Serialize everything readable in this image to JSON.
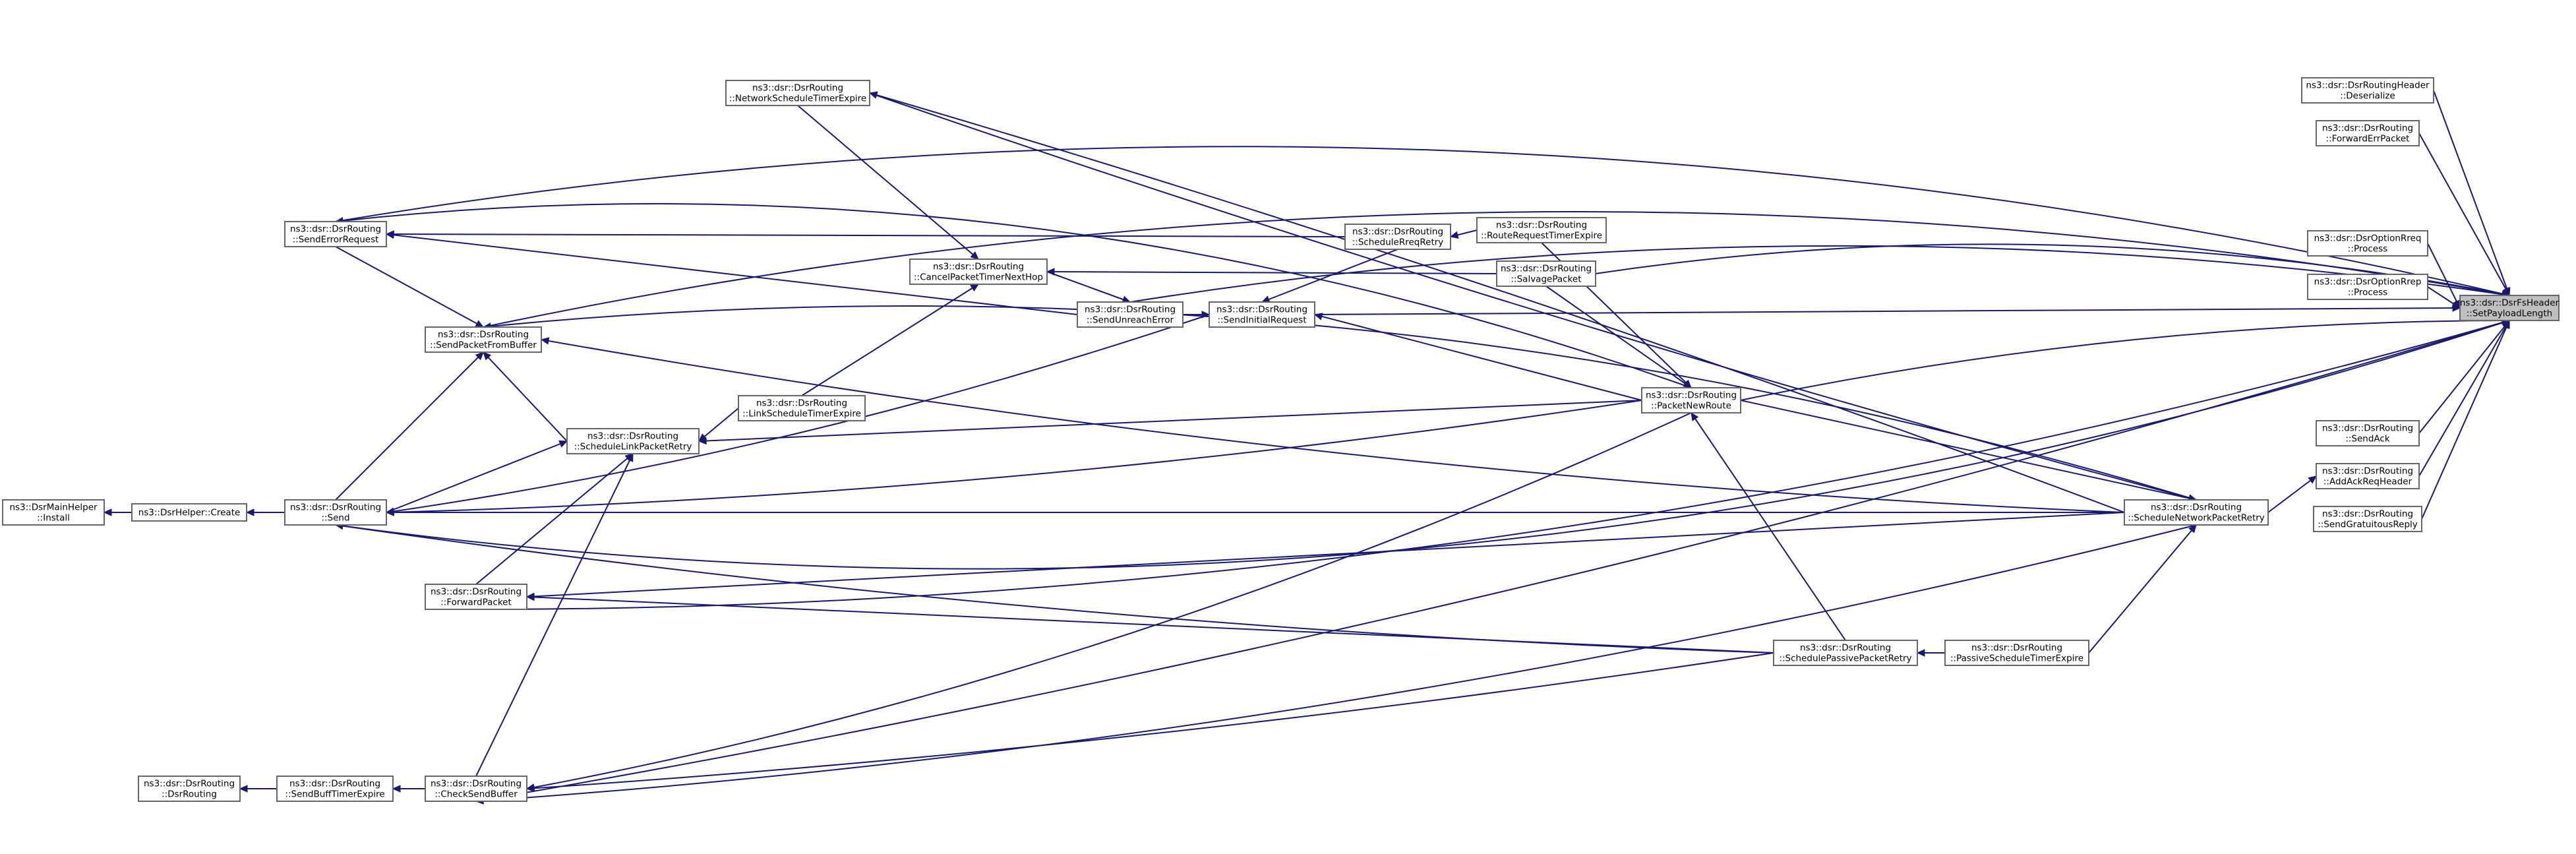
{
  "colors": {
    "edge": "#191970",
    "node_border": "#666666",
    "selected_fill": "#bfbfbf",
    "background": "#ffffff"
  },
  "nodes": [
    {
      "id": "setpayload",
      "lines": [
        "ns3::dsr::DsrFsHeader",
        "::SetPayloadLength"
      ],
      "selected": true
    },
    {
      "id": "hdr_deserialize",
      "lines": [
        "ns3::dsr::DsrRoutingHeader",
        "::Deserialize"
      ]
    },
    {
      "id": "forwarderr",
      "lines": [
        "ns3::dsr::DsrRouting",
        "::ForwardErrPacket"
      ]
    },
    {
      "id": "optrreq",
      "lines": [
        "ns3::dsr::DsrOptionRreq",
        "::Process"
      ]
    },
    {
      "id": "optrrep",
      "lines": [
        "ns3::dsr::DsrOptionRrep",
        "::Process"
      ]
    },
    {
      "id": "sendack",
      "lines": [
        "ns3::dsr::DsrRouting",
        "::SendAck"
      ]
    },
    {
      "id": "addackreq",
      "lines": [
        "ns3::dsr::DsrRouting",
        "::AddAckReqHeader"
      ]
    },
    {
      "id": "sendgrat",
      "lines": [
        "ns3::dsr::DsrRouting",
        "::SendGratuitousReply"
      ]
    },
    {
      "id": "schednet",
      "lines": [
        "ns3::dsr::DsrRouting",
        "::ScheduleNetworkPacketRetry"
      ]
    },
    {
      "id": "passivetimer",
      "lines": [
        "ns3::dsr::DsrRouting",
        "::PassiveScheduleTimerExpire"
      ]
    },
    {
      "id": "schedpassive",
      "lines": [
        "ns3::dsr::DsrRouting",
        "::SchedulePassivePacketRetry"
      ]
    },
    {
      "id": "packetnewroute",
      "lines": [
        "ns3::dsr::DsrRouting",
        "::PacketNewRoute"
      ]
    },
    {
      "id": "rreqtimer",
      "lines": [
        "ns3::dsr::DsrRouting",
        "::RouteRequestTimerExpire"
      ]
    },
    {
      "id": "salvage",
      "lines": [
        "ns3::dsr::DsrRouting",
        "::SalvagePacket"
      ]
    },
    {
      "id": "schedrreq",
      "lines": [
        "ns3::dsr::DsrRouting",
        "::ScheduleRreqRetry"
      ]
    },
    {
      "id": "sendinit",
      "lines": [
        "ns3::dsr::DsrRouting",
        "::SendInitialRequest"
      ]
    },
    {
      "id": "sendunreach",
      "lines": [
        "ns3::dsr::DsrRouting",
        "::SendUnreachError"
      ]
    },
    {
      "id": "cancelpkt",
      "lines": [
        "ns3::dsr::DsrRouting",
        "::CancelPacketTimerNextHop"
      ]
    },
    {
      "id": "netschedtimer",
      "lines": [
        "ns3::dsr::DsrRouting",
        "::NetworkScheduleTimerExpire"
      ]
    },
    {
      "id": "linktimer",
      "lines": [
        "ns3::dsr::DsrRouting",
        "::LinkScheduleTimerExpire"
      ]
    },
    {
      "id": "schedlink",
      "lines": [
        "ns3::dsr::DsrRouting",
        "::ScheduleLinkPacketRetry"
      ]
    },
    {
      "id": "senderrreq",
      "lines": [
        "ns3::dsr::DsrRouting",
        "::SendErrorRequest"
      ]
    },
    {
      "id": "sendpktbuf",
      "lines": [
        "ns3::dsr::DsrRouting",
        "::SendPacketFromBuffer"
      ]
    },
    {
      "id": "send",
      "lines": [
        "ns3::dsr::DsrRouting",
        "::Send"
      ]
    },
    {
      "id": "forwardpkt",
      "lines": [
        "ns3::dsr::DsrRouting",
        "::ForwardPacket"
      ]
    },
    {
      "id": "checksend",
      "lines": [
        "ns3::dsr::DsrRouting",
        "::CheckSendBuffer"
      ]
    },
    {
      "id": "sendbufftimer",
      "lines": [
        "ns3::dsr::DsrRouting",
        "::SendBuffTimerExpire"
      ]
    },
    {
      "id": "dsrrouting",
      "lines": [
        "ns3::dsr::DsrRouting",
        "::DsrRouting"
      ]
    },
    {
      "id": "helpercreate",
      "lines": [
        "ns3::DsrHelper::Create"
      ]
    },
    {
      "id": "mainhelper",
      "lines": [
        "ns3::DsrMainHelper",
        "::Install"
      ]
    }
  ]
}
